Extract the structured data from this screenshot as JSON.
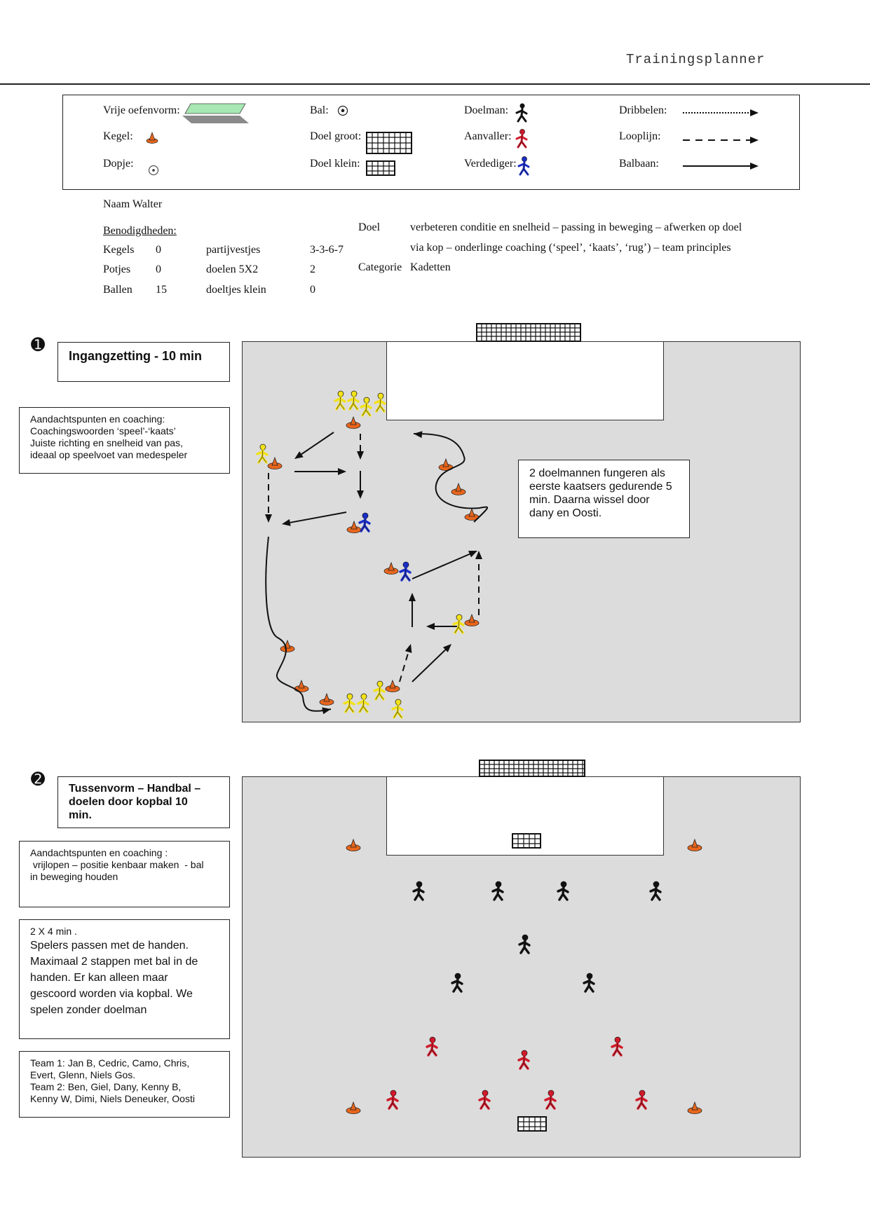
{
  "header": {
    "title": "Trainingsplanner"
  },
  "legend": {
    "vrije": "Vrije oefenvorm:",
    "kegel": "Kegel:",
    "dopje": "Dopje:",
    "bal": "Bal:",
    "doel_groot": "Doel groot:",
    "doel_klein": "Doel klein:",
    "doelman": "Doelman:",
    "aanvaller": "Aanvaller:",
    "verdediger": "Verdediger:",
    "dribbelen": "Dribbelen:",
    "looplijn": "Looplijn:",
    "balbaan": "Balbaan:"
  },
  "info": {
    "naam": "Naam Walter",
    "benodigdheden": "Benodigdheden:",
    "rows": [
      {
        "item": "Kegels",
        "count": "0",
        "item2": "partijvestjes",
        "count2": "3-3-6-7"
      },
      {
        "item": "Potjes",
        "count": "0",
        "item2": "doelen 5X2",
        "count2": "2"
      },
      {
        "item": "Ballen",
        "count": "15",
        "item2": "doeltjes klein",
        "count2": "0"
      }
    ],
    "doel_label": "Doel",
    "doel_text1": "verbeteren conditie en snelheid – passing in beweging – afwerken op doel",
    "doel_text2": "via kop – onderlinge coaching (‘speel’, ‘kaats’, ‘rug’) – team principles",
    "categorie_label": "Categorie",
    "categorie_value": "Kadetten"
  },
  "section1": {
    "number": "➊",
    "title": "Ingangzetting - 10 min",
    "coaching": [
      "Aandachtspunten en coaching:",
      "Coachingswoorden ‘speel’-‘kaats’",
      "Juiste richting en snelheid van pas,",
      "ideaal op speelvoet van medespeler"
    ],
    "note": [
      "2 doelmannen fungeren als",
      "eerste kaatsers gedurende 5",
      "min. Daarna wissel door",
      "dany en Oosti."
    ]
  },
  "section2": {
    "number": "➋",
    "title": [
      "Tussenvorm – Handbal –",
      "doelen door kopbal 10",
      "min."
    ],
    "coaching": [
      "Aandachtspunten en coaching :",
      " vrijlopen – positie kenbaar maken  - bal",
      "in beweging houden"
    ],
    "rules_head": "2 X 4 min .",
    "rules": [
      "Spelers passen met de handen.",
      "Maximaal 2 stappen met bal in de",
      "handen.  Er kan alleen maar",
      "gescoord worden via kopbal.  We",
      "spelen zonder doelman"
    ],
    "teams": [
      "Team 1: Jan B, Cedric, Camo, Chris,",
      "Evert, Glenn, Niels Gos.",
      "Team 2: Ben, Giel, Dany, Kenny B,",
      "Kenny W, Dimi, Niels Deneuker, Oosti"
    ]
  },
  "colors": {
    "field": "#dcdcdc",
    "cone": "#e8661c",
    "yellow_player": "#f2e21a",
    "blue_player": "#1b2ec8",
    "red_player": "#d11a2a",
    "black_player": "#111111",
    "legend_field": "#a7e8b4"
  }
}
